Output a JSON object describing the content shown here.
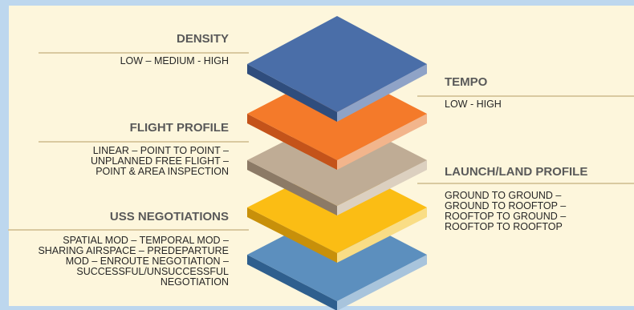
{
  "colors": {
    "background": "#bdd7ee",
    "panel": "#fdf6dc",
    "title_text": "#595959",
    "body_text": "#262626",
    "rule_line": "#d9c9a0"
  },
  "layers": [
    {
      "name": "density",
      "top": "#4a6ea8",
      "left": "#2f4d7d",
      "right": "#8fa3c7"
    },
    {
      "name": "tempo",
      "top": "#f47a2a",
      "left": "#c4531a",
      "right": "#f2b58c"
    },
    {
      "name": "flight-profile",
      "top": "#bfac95",
      "left": "#8c7a66",
      "right": "#dcd0c0"
    },
    {
      "name": "launch-land-profile",
      "top": "#fbbd14",
      "left": "#c8900a",
      "right": "#f9dd86"
    },
    {
      "name": "uss-negotiations",
      "top": "#5c8fbe",
      "left": "#2f5f8e",
      "right": "#a8c4dc"
    }
  ],
  "labels": {
    "density": {
      "title": "DENSITY",
      "lines": [
        "LOW – MEDIUM - HIGH"
      ]
    },
    "tempo": {
      "title": "TEMPO",
      "lines": [
        "LOW - HIGH"
      ]
    },
    "flight_profile": {
      "title": "FLIGHT PROFILE",
      "lines": [
        "LINEAR – POINT TO POINT –",
        "UNPLANNED FREE FLIGHT –",
        "POINT & AREA INSPECTION"
      ]
    },
    "launch_land_profile": {
      "title": "LAUNCH/LAND PROFILE",
      "lines": [
        "GROUND TO GROUND –",
        "GROUND TO ROOFTOP –",
        "ROOFTOP TO GROUND –",
        "ROOFTOP TO ROOFTOP"
      ]
    },
    "uss_negotiations": {
      "title": "USS NEGOTIATIONS",
      "lines": [
        "SPATIAL MOD – TEMPORAL MOD –",
        "SHARING AIRSPACE – PREDEPARTURE",
        "MOD – ENROUTE NEGOTIATION –",
        "SUCCESSFUL/UNSUCCESSFUL",
        "NEGOTIATION"
      ]
    }
  }
}
